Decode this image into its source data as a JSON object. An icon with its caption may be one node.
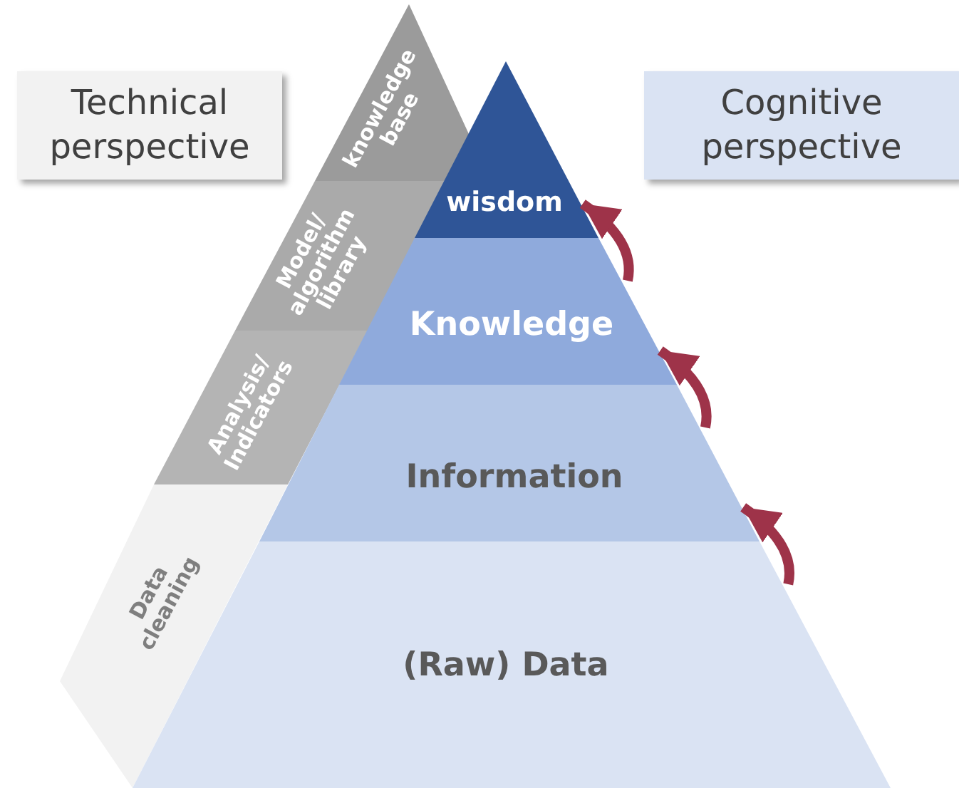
{
  "diagram": {
    "nodes": [
      {
        "text": [
          "Technical perspective"
        ]
      },
      {
        "text": [
          "Cognitive perspective"
        ]
      },
      {
        "text": [
          "wisdom"
        ]
      },
      {
        "text": [
          "Knowledge"
        ]
      },
      {
        "text": [
          "Information"
        ]
      },
      {
        "text": [
          "(Raw) Data"
        ]
      },
      {
        "text": [
          "knowledge base"
        ]
      },
      {
        "text": [
          "Model/ algorithm library"
        ]
      },
      {
        "text": [
          "Analysis/ Indicators"
        ]
      },
      {
        "text": [
          "Data cleaning"
        ]
      }
    ],
    "edges": [
      {
        "from": 5,
        "to": 4,
        "arrow": "to"
      },
      {
        "from": 4,
        "to": 3,
        "arrow": "to"
      },
      {
        "from": 3,
        "to": 2,
        "arrow": "to"
      }
    ]
  }
}
